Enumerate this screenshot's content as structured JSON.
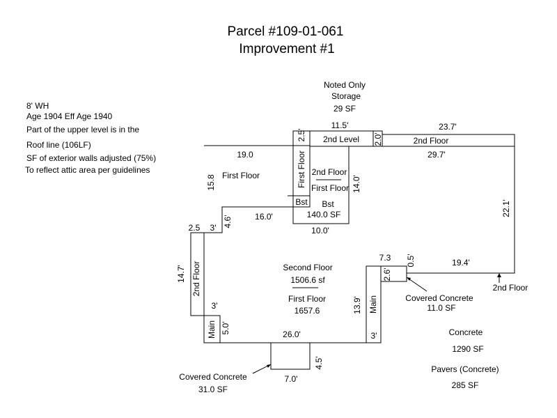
{
  "header": {
    "title": "Parcel #109-01-061",
    "subtitle": "Improvement #1"
  },
  "notes": [
    "8' WH",
    "Age 1904 Eff Age 1940",
    "Part of the upper level is in the",
    "Roof line  (106LF)",
    "SF of exterior walls adjusted (75%)",
    "To reflect attic area per guidelines"
  ],
  "storage": {
    "l1": "Noted Only",
    "l2": "Storage",
    "l3": "29 SF"
  },
  "dims": {
    "d115": "11.5'",
    "d237": "23.7'",
    "d25a": "2.5'",
    "d20": "2.0'",
    "d190": "19.0",
    "d297": "29.7'",
    "d158": "15.8",
    "d140": "14.0'",
    "d221": "22.1'",
    "d46": "4.6'",
    "d160": "16.0'",
    "d100": "10.0'",
    "d25b": "2.5",
    "d3a": "3'",
    "d147": "14.7'",
    "d3b": "3'",
    "d50": "5.0'",
    "d260": "26.0'",
    "d45": "4.5'",
    "d70": "7.0'",
    "d73": "7.3",
    "d26": "2.6'",
    "d05": "0.5'",
    "d194": "19.4'",
    "d139": "13.9'",
    "d3c": "3'"
  },
  "areas": {
    "second_level": "2nd Level",
    "second_floor_top": "2nd Floor",
    "first_floor_left": "First Floor",
    "first_floor_vert": "First Floor",
    "center_second": "2nd Floor",
    "center_first": "First Floor",
    "bst_small": "Bst",
    "bst_label": "Bst",
    "bst_area": "140.0 SF",
    "second_floor_vert": "2nd Floor",
    "main_left": "Main",
    "main_right": "Main",
    "main_second": "Second Floor",
    "main_second_area": "1506.6 sf",
    "main_first": "First Floor",
    "main_first_area": "1657.6",
    "second_floor_right": "2nd Floor",
    "cc_right_l1": "Covered Concrete",
    "cc_right_l2": "11.0 SF",
    "concrete_l1": "Concrete",
    "concrete_l2": "1290 SF",
    "pavers_l1": "Pavers (Concrete)",
    "pavers_l2": "285 SF",
    "cc_bottom_l1": "Covered Concrete",
    "cc_bottom_l2": "31.0 SF"
  }
}
